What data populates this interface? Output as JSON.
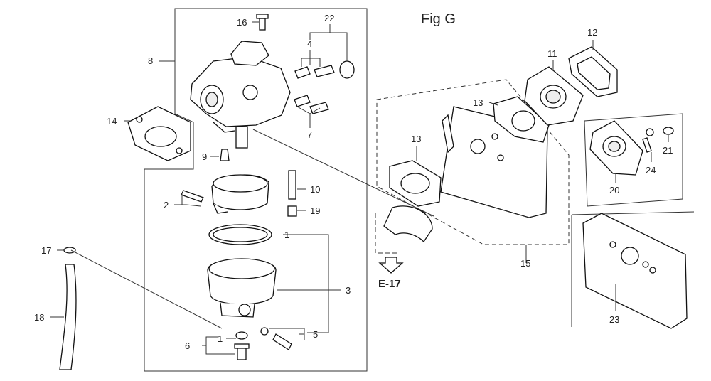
{
  "figure": {
    "title": "Fig G"
  },
  "reference": {
    "label": "E-17"
  },
  "callouts": {
    "c1a": "1",
    "c1b": "1",
    "c2": "2",
    "c3": "3",
    "c4": "4",
    "c5": "5",
    "c6": "6",
    "c7": "7",
    "c8": "8",
    "c9": "9",
    "c10": "10",
    "c11": "11",
    "c12": "12",
    "c13a": "13",
    "c13b": "13",
    "c14": "14",
    "c15": "15",
    "c16": "16",
    "c17": "17",
    "c18": "18",
    "c19": "19",
    "c20": "20",
    "c21": "21",
    "c22": "22",
    "c23": "23",
    "c24": "24"
  }
}
